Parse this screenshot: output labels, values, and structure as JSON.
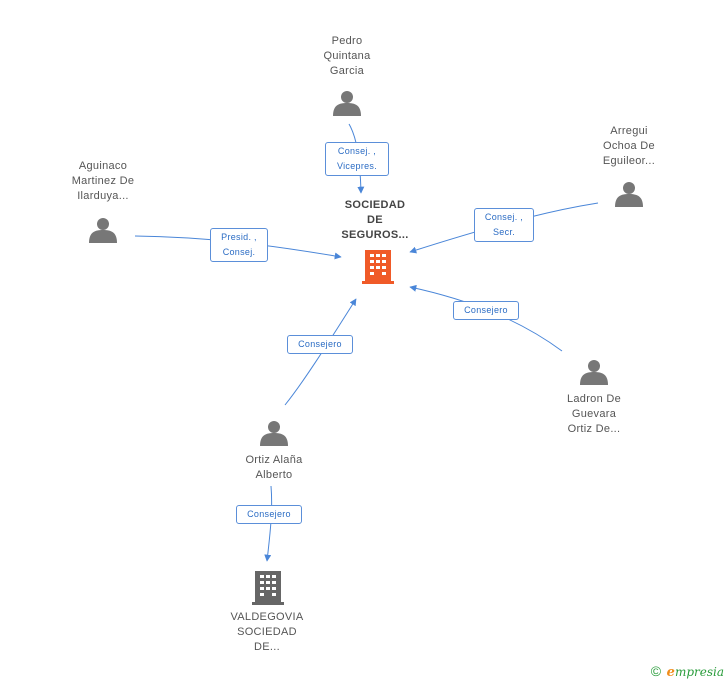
{
  "colors": {
    "edge": "#4a86d8",
    "person_icon": "#777777",
    "company_main": "#f05a28",
    "company_other": "#666666",
    "edge_label_text": "#2b6cc4"
  },
  "nodes": {
    "main_company": {
      "lines": [
        "SOCIEDAD",
        "DE",
        "SEGUROS..."
      ],
      "icon": "building-icon"
    },
    "pedro": {
      "lines": [
        "Pedro",
        "Quintana",
        "Garcia"
      ],
      "icon": "person-icon"
    },
    "aguinaco": {
      "lines": [
        "Aguinaco",
        "Martinez De",
        "Ilarduya..."
      ],
      "icon": "person-icon"
    },
    "arregui": {
      "lines": [
        "Arregui",
        "Ochoa De",
        "Eguileor..."
      ],
      "icon": "person-icon"
    },
    "ladron": {
      "lines": [
        "Ladron De",
        "Guevara",
        "Ortiz De..."
      ],
      "icon": "person-icon"
    },
    "ortiz": {
      "lines": [
        "Ortiz Alaña",
        "Alberto"
      ],
      "icon": "person-icon"
    },
    "valdegovia": {
      "lines": [
        "VALDEGOVIA",
        "SOCIEDAD",
        "DE..."
      ],
      "icon": "building-icon"
    }
  },
  "edges": {
    "pedro": [
      "Consej. ,",
      "Vicepres."
    ],
    "aguinaco": [
      "Presid. ,",
      "Consej."
    ],
    "arregui": [
      "Consej. ,",
      "Secr."
    ],
    "ladron": [
      "Consejero"
    ],
    "ortiz_main": [
      "Consejero"
    ],
    "ortiz_valdegovia": [
      "Consejero"
    ]
  },
  "footer": {
    "copyright": "©",
    "logo_letter": "e",
    "brand": "mpresia"
  }
}
